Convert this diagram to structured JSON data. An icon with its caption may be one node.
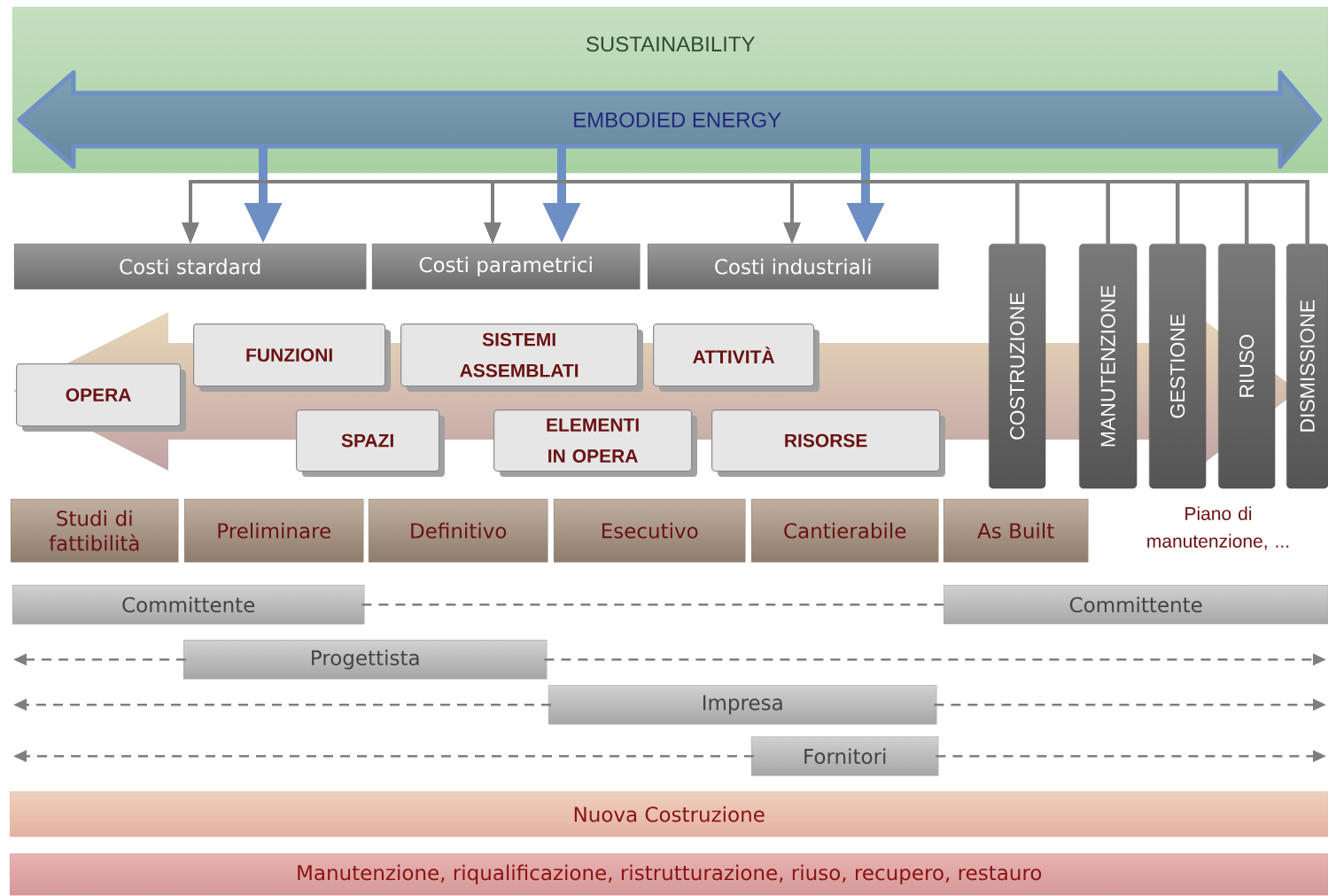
{
  "diagram": {
    "nodes": [
      {
        "text": [
          "SUSTAINABILITY"
        ]
      },
      {
        "text": [
          "EMBODIED ENERGY"
        ],
        "in": 0
      },
      {
        "text": [
          "Costi stardard"
        ]
      },
      {
        "text": [
          "Costi parametrici"
        ]
      },
      {
        "text": [
          "Costi industriali"
        ]
      },
      {
        "text": [
          "COSTRUZIONE"
        ]
      },
      {
        "text": [
          "MANUTENZIONE"
        ]
      },
      {
        "text": [
          "GESTIONE"
        ]
      },
      {
        "text": [
          "RIUSO"
        ]
      },
      {
        "text": [
          "DISMISSIONE"
        ]
      },
      {
        "text": [
          "OPERA"
        ]
      },
      {
        "text": [
          "FUNZIONI"
        ]
      },
      {
        "text": [
          "SISTEMI ASSEMBLATI"
        ]
      },
      {
        "text": [
          "ATTIVITÀ"
        ]
      },
      {
        "text": [
          "SPAZI"
        ]
      },
      {
        "text": [
          "ELEMENTI IN OPERA"
        ]
      },
      {
        "text": [
          "RISORSE"
        ]
      },
      {
        "text": [
          "Studi di fattibilità"
        ]
      },
      {
        "text": [
          "Preliminare"
        ]
      },
      {
        "text": [
          "Definitivo"
        ]
      },
      {
        "text": [
          "Esecutivo"
        ]
      },
      {
        "text": [
          "Cantierabile"
        ]
      },
      {
        "text": [
          "As Built"
        ]
      },
      {
        "text": [
          "Committente"
        ]
      },
      {
        "text": [
          "Committente"
        ]
      },
      {
        "text": [
          "Progettista"
        ]
      },
      {
        "text": [
          "Impresa"
        ]
      },
      {
        "text": [
          "Fornitori"
        ]
      },
      {
        "text": [
          "Nuova Costruzione"
        ]
      },
      {
        "text": [
          "Manutenzione, riqualificazione, ristrutturazione, riuso, recupero, restauro"
        ]
      }
    ],
    "edges": [
      {
        "from": 1,
        "to": 2,
        "arrow": "to",
        "style": "thick",
        "color": "#6e8fc4"
      },
      {
        "from": 1,
        "to": 3,
        "arrow": "to",
        "style": "thick",
        "color": "#6e8fc4"
      },
      {
        "from": 1,
        "to": 4,
        "arrow": "to",
        "style": "thick",
        "color": "#6e8fc4"
      },
      {
        "from": 5,
        "to": 2,
        "arrow": "to"
      },
      {
        "from": 5,
        "to": 3,
        "arrow": "to"
      },
      {
        "from": 5,
        "to": 4,
        "arrow": "to"
      },
      {
        "from": 6,
        "to": 2,
        "arrow": "to"
      },
      {
        "from": 6,
        "to": 3,
        "arrow": "to"
      },
      {
        "from": 6,
        "to": 4,
        "arrow": "to"
      },
      {
        "from": 7,
        "to": 2,
        "arrow": "to"
      },
      {
        "from": 7,
        "to": 3,
        "arrow": "to"
      },
      {
        "from": 7,
        "to": 4,
        "arrow": "to"
      },
      {
        "from": 8,
        "to": 2,
        "arrow": "to"
      },
      {
        "from": 8,
        "to": 3,
        "arrow": "to"
      },
      {
        "from": 8,
        "to": 4,
        "arrow": "to"
      },
      {
        "from": 9,
        "to": 2,
        "arrow": "to"
      },
      {
        "from": 9,
        "to": 3,
        "arrow": "to"
      },
      {
        "from": 9,
        "to": 4,
        "arrow": "to"
      },
      {
        "from": 23,
        "to": 24,
        "arrow": "none",
        "style": "dashed"
      },
      {
        "from": 25,
        "to": null,
        "arrow": "to",
        "style": "dashed"
      },
      {
        "from": 25,
        "to": null,
        "arrow": "to",
        "style": "dashed"
      },
      {
        "from": 26,
        "to": null,
        "arrow": "to",
        "style": "dashed"
      },
      {
        "from": 26,
        "to": null,
        "arrow": "to",
        "style": "dashed"
      },
      {
        "from": 27,
        "to": null,
        "arrow": "to",
        "style": "dashed"
      },
      {
        "from": 27,
        "to": null,
        "arrow": "to",
        "style": "dashed"
      }
    ],
    "labels": [
      "Piano di manutenzione, ..."
    ]
  }
}
